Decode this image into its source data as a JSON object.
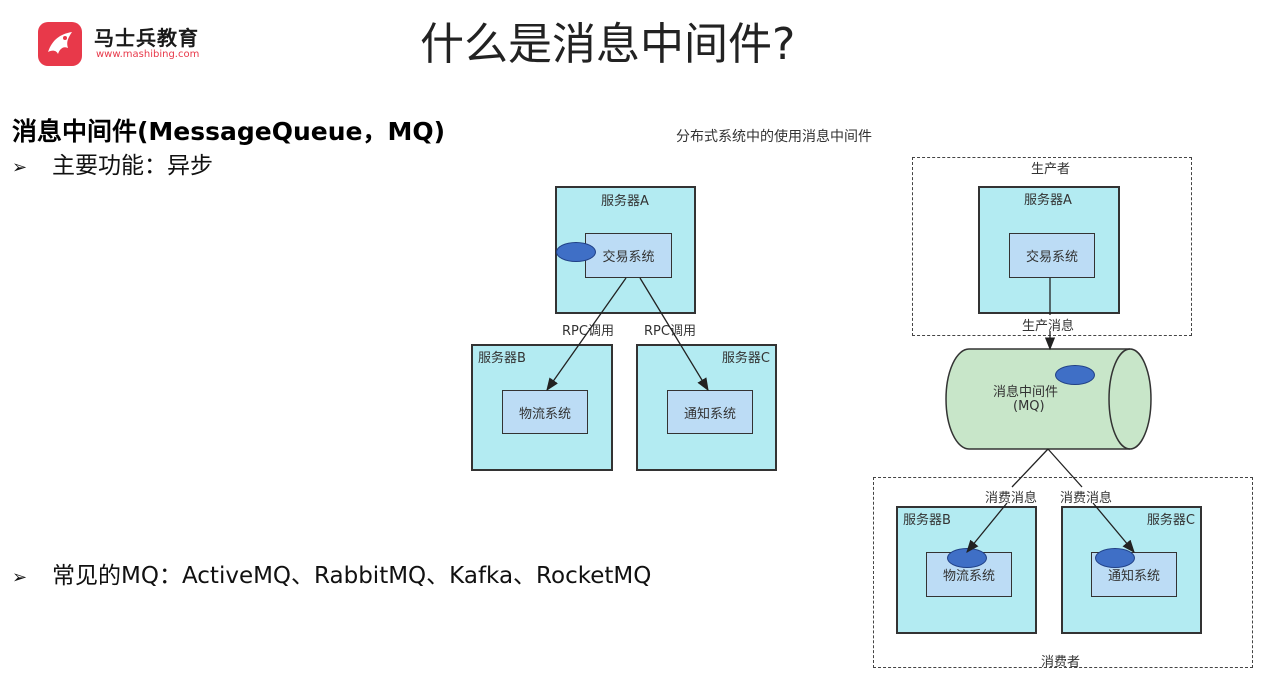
{
  "logo": {
    "name": "马士兵教育",
    "url": "www.mashibing.com"
  },
  "title": "什么是消息中间件?",
  "heading": "消息中间件(MessageQueue，MQ)",
  "bullets": [
    "主要功能：异步",
    "常见的MQ：ActiveMQ、RabbitMQ、Kafka、RocketMQ"
  ],
  "bullet_marker": "➢",
  "diagram": {
    "caption": "分布式系统中的使用消息中间件",
    "left": {
      "server_a": "服务器A",
      "trade": "交易系统",
      "rpc_left": "RPC调用",
      "rpc_right": "RPC调用",
      "server_b": "服务器B",
      "logistics": "物流系统",
      "server_c": "服务器C",
      "notify": "通知系统"
    },
    "right": {
      "producer": "生产者",
      "server_a": "服务器A",
      "trade": "交易系统",
      "produce_msg": "生产消息",
      "mq_line1": "消息中间件",
      "mq_line2": "(MQ)",
      "consume_left": "消费消息",
      "consume_right": "消费消息",
      "server_b": "服务器B",
      "logistics": "物流系统",
      "server_c": "服务器C",
      "notify": "通知系统",
      "consumer": "消费者"
    }
  },
  "colors": {
    "server_fill": "#b3ebf2",
    "system_fill": "#bcdcf5",
    "mq_fill": "#c8e6c9",
    "token": "#3f6fc6",
    "brand": "#e8394a"
  }
}
